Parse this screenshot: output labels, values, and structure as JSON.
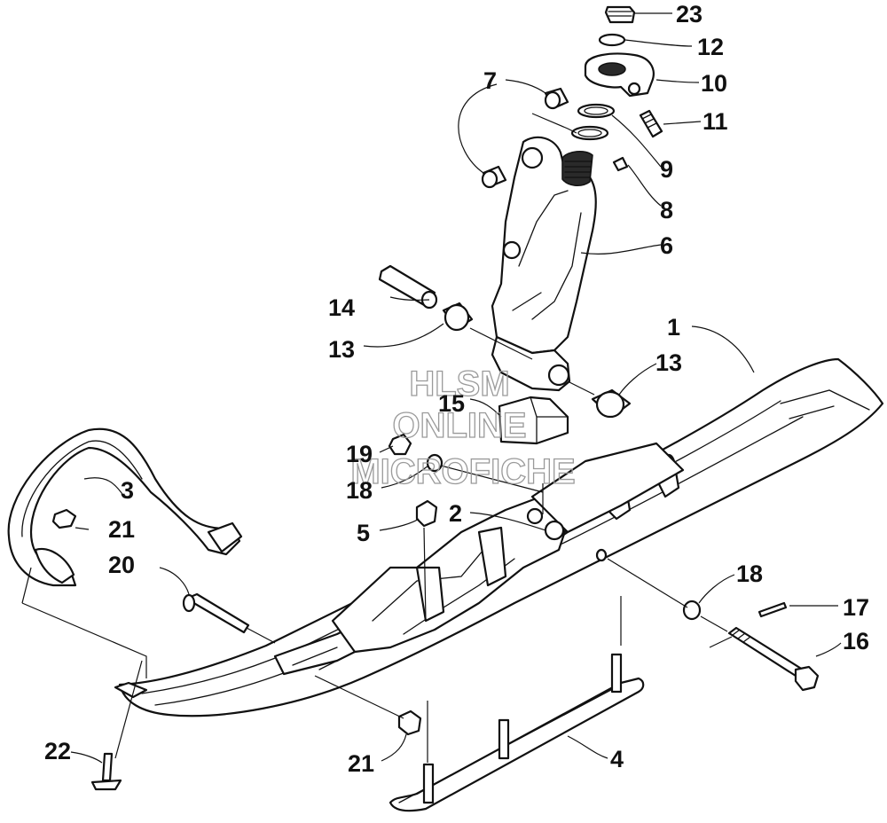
{
  "watermark": {
    "line1": "HLSM",
    "line2": "ONLINE",
    "line3": "MICROFICHE"
  },
  "callouts": [
    {
      "key": "p23",
      "label": "23"
    },
    {
      "key": "p12",
      "label": "12"
    },
    {
      "key": "p10",
      "label": "10"
    },
    {
      "key": "p11",
      "label": "11"
    },
    {
      "key": "p7",
      "label": "7"
    },
    {
      "key": "p9",
      "label": "9"
    },
    {
      "key": "p8",
      "label": "8"
    },
    {
      "key": "p6",
      "label": "6"
    },
    {
      "key": "p14",
      "label": "14"
    },
    {
      "key": "p13a",
      "label": "13"
    },
    {
      "key": "p1",
      "label": "1"
    },
    {
      "key": "p13b",
      "label": "13"
    },
    {
      "key": "p15",
      "label": "15"
    },
    {
      "key": "p19",
      "label": "19"
    },
    {
      "key": "p18a",
      "label": "18"
    },
    {
      "key": "p3",
      "label": "3"
    },
    {
      "key": "p21a",
      "label": "21"
    },
    {
      "key": "p2",
      "label": "2"
    },
    {
      "key": "p5",
      "label": "5"
    },
    {
      "key": "p20",
      "label": "20"
    },
    {
      "key": "p18b",
      "label": "18"
    },
    {
      "key": "p17",
      "label": "17"
    },
    {
      "key": "p16",
      "label": "16"
    },
    {
      "key": "p22",
      "label": "22"
    },
    {
      "key": "p21b",
      "label": "21"
    },
    {
      "key": "p4",
      "label": "4"
    }
  ]
}
